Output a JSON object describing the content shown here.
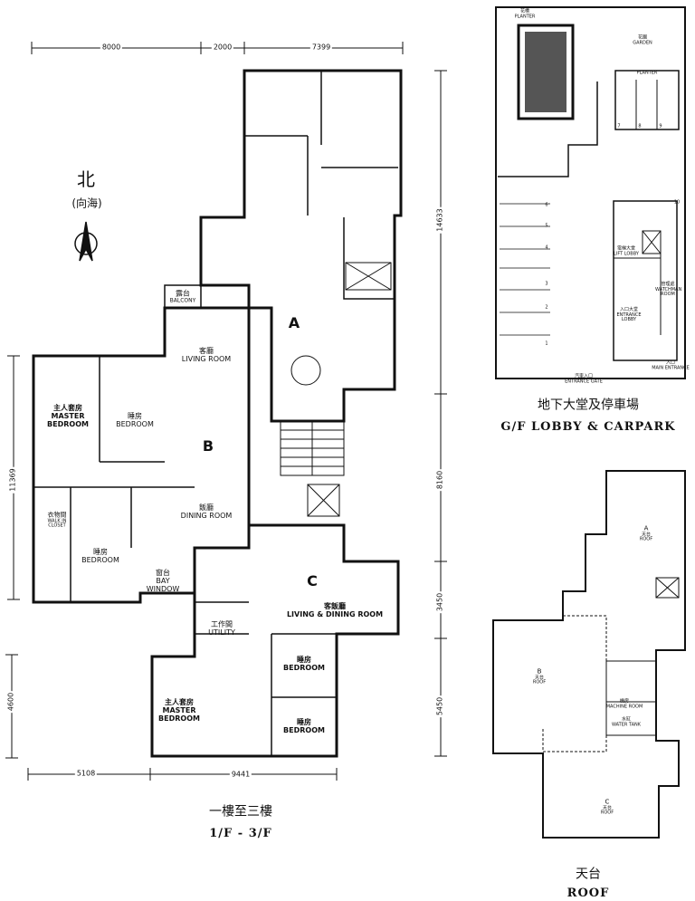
{
  "floor_plan": {
    "north": {
      "label": "北",
      "sublabel": "(向海)"
    },
    "dimensions": {
      "top": [
        "8000",
        "2000",
        "7399"
      ],
      "right": [
        "14633",
        "8160",
        "3450",
        "5450"
      ],
      "left": [
        "11369",
        "4600"
      ],
      "bottom": [
        "5108",
        "9441"
      ]
    },
    "units": {
      "a": "A",
      "b": "B",
      "c": "C"
    },
    "rooms": {
      "balcony": {
        "zh": "露台",
        "en": "BALCONY"
      },
      "b_living": {
        "zh": "客廳",
        "en": "LIVING ROOM"
      },
      "b_master": {
        "zh": "主人套房",
        "en": "MASTER BEDROOM"
      },
      "b_bedroom1": {
        "zh": "睡房",
        "en": "BEDROOM"
      },
      "b_closet": {
        "zh": "衣物間",
        "en": "WALK IN CLOSET"
      },
      "b_dining": {
        "zh": "飯廳",
        "en": "DINING ROOM"
      },
      "b_bedroom2": {
        "zh": "睡房",
        "en": "BEDROOM"
      },
      "bay_window": {
        "zh": "窗台",
        "en": "BAY WINDOW"
      },
      "utility": {
        "zh": "工作間",
        "en": "UTILITY"
      },
      "c_living": {
        "zh": "客飯廳",
        "en": "LIVING & DINING ROOM"
      },
      "c_bedroom1": {
        "zh": "睡房",
        "en": "BEDROOM"
      },
      "c_bedroom2": {
        "zh": "睡房",
        "en": "BEDROOM"
      },
      "c_master": {
        "zh": "主人套房",
        "en": "MASTER BEDROOM"
      }
    },
    "caption": {
      "zh": "一樓至三樓",
      "en": "1/F - 3/F"
    }
  },
  "ground_floor": {
    "planter1": {
      "zh": "花槽",
      "en": "PLANTER"
    },
    "garden": {
      "zh": "花園",
      "en": "GARDEN"
    },
    "planter2": {
      "en": "PLANTER"
    },
    "lift_lobby": {
      "zh": "電梯大堂",
      "en": "LIFT LOBBY"
    },
    "watchman": {
      "zh": "管理處",
      "en": "WATCHMAN ROOM"
    },
    "entrance_lobby": {
      "zh": "入口大堂",
      "en": "ENTRANCE LOBBY"
    },
    "entrance_gate": {
      "zh": "汽車入口",
      "en": "ENTRANCE GATE"
    },
    "main_entrance": {
      "zh": "入口",
      "en": "MAIN ENTRANCE"
    },
    "parking": [
      "1",
      "2",
      "3",
      "4",
      "5",
      "6",
      "7",
      "8",
      "9",
      "10"
    ],
    "caption": {
      "zh": "地下大堂及停車場",
      "en": "G/F LOBBY & CARPARK"
    }
  },
  "roof": {
    "a": {
      "letter": "A",
      "zh": "天台",
      "en": "ROOF"
    },
    "b": {
      "letter": "B",
      "zh": "天台",
      "en": "ROOF"
    },
    "c": {
      "letter": "C",
      "zh": "天台",
      "en": "ROOF"
    },
    "machine": {
      "zh": "機房",
      "en": "MACHINE ROOM"
    },
    "tank": {
      "zh": "水缸",
      "en": "WATER TANK"
    },
    "caption": {
      "zh": "天台",
      "en": "ROOF"
    }
  }
}
